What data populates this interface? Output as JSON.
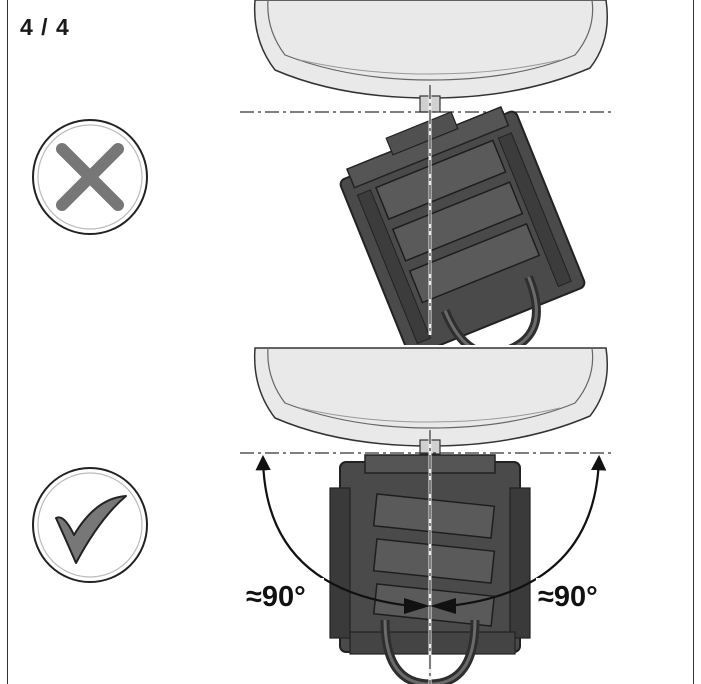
{
  "page": {
    "indicator": "4 / 4"
  },
  "status": {
    "wrong_icon": "cross-icon",
    "correct_icon": "checkmark-icon"
  },
  "angles": {
    "left": "≈90°",
    "right": "≈90°"
  },
  "colors": {
    "carrier": "#4a4a4a",
    "car": "#e6e6e6",
    "line": "#333333"
  }
}
